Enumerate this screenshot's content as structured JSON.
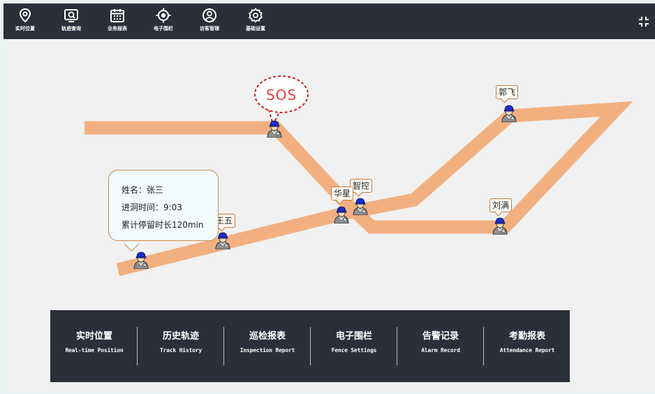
{
  "topbar": {
    "items": [
      {
        "label": "实时位置",
        "icon": "location-pin-icon"
      },
      {
        "label": "轨迹查询",
        "icon": "track-search-icon"
      },
      {
        "label": "业务报表",
        "icon": "calendar-report-icon"
      },
      {
        "label": "电子围栏",
        "icon": "crosshair-fence-icon"
      },
      {
        "label": "访客管理",
        "icon": "user-visitor-icon"
      },
      {
        "label": "基础设置",
        "icon": "gear-icon"
      }
    ],
    "fullscreen_icon": "fullscreen-icon"
  },
  "map": {
    "track_color": "#f2b080",
    "sos": {
      "label": "SOS",
      "color": "#e0443a"
    },
    "workers": [
      {
        "name": "郭飞"
      },
      {
        "name": "智控"
      },
      {
        "name": "华星"
      },
      {
        "name": "刘满"
      },
      {
        "name": "王五"
      }
    ],
    "popup": {
      "name_line": "姓名：张三",
      "time_line": "进洞时间：9:03",
      "stay_line": "累计停留时长120min"
    }
  },
  "bottom_panel": {
    "items": [
      {
        "cn": "实时位置",
        "en": "Real-time Position"
      },
      {
        "cn": "历史轨迹",
        "en": "Track History"
      },
      {
        "cn": "巡检报表",
        "en": "Inspection Report"
      },
      {
        "cn": "电子围栏",
        "en": "Fence Settings"
      },
      {
        "cn": "告警记录",
        "en": "Alarm Record"
      },
      {
        "cn": "考勤报表",
        "en": "Attendance Report"
      }
    ]
  }
}
